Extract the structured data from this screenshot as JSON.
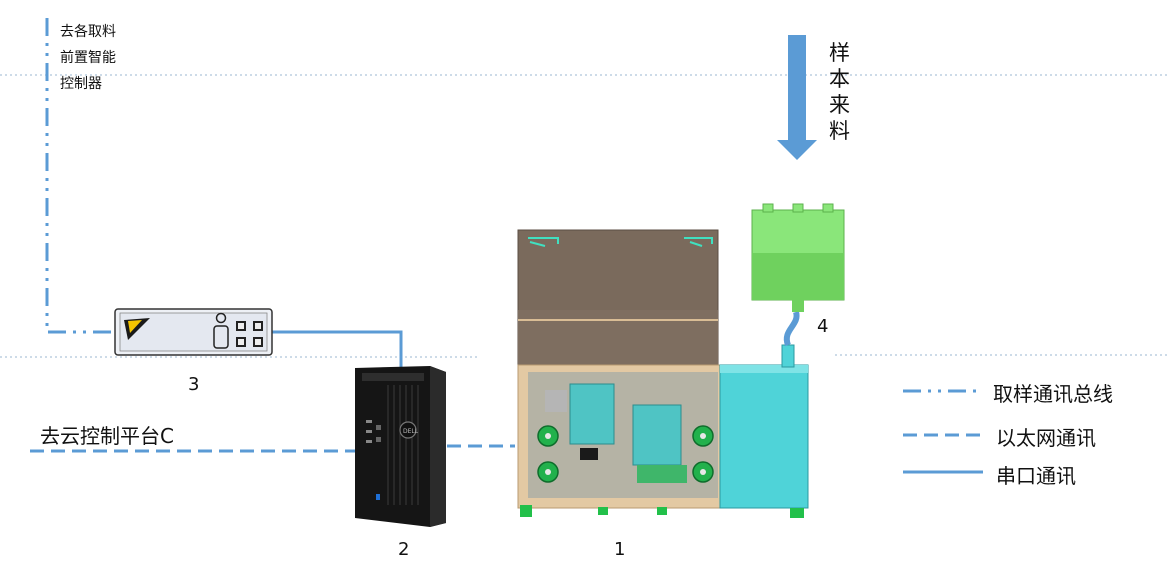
{
  "labels": {
    "to_controllers": "去各取料前置智能控制器",
    "sample_feed": "样本来料",
    "to_cloud": "去云控制平台C",
    "n1": "1",
    "n2": "2",
    "n3": "3",
    "n4": "4"
  },
  "legend": [
    {
      "label": "取样通讯总线",
      "style": "dash-dot-dot"
    },
    {
      "label": "以太网通讯",
      "style": "dashed"
    },
    {
      "label": "串口通讯",
      "style": "solid"
    }
  ],
  "colors": {
    "line_blue": "#5b9bd5",
    "arrow_blue": "#5b9bd5",
    "cabinet_top": "#7a6a5c",
    "cabinet_frame": "#e3c9a3",
    "teal": "#4fd3d8",
    "green_box": "#8ae67a",
    "server_black": "#151515"
  },
  "icons": {
    "machine": "sampling-machine-icon",
    "server": "tower-server-icon",
    "controller": "serial-controller-icon",
    "hopper": "feed-hopper-icon"
  }
}
